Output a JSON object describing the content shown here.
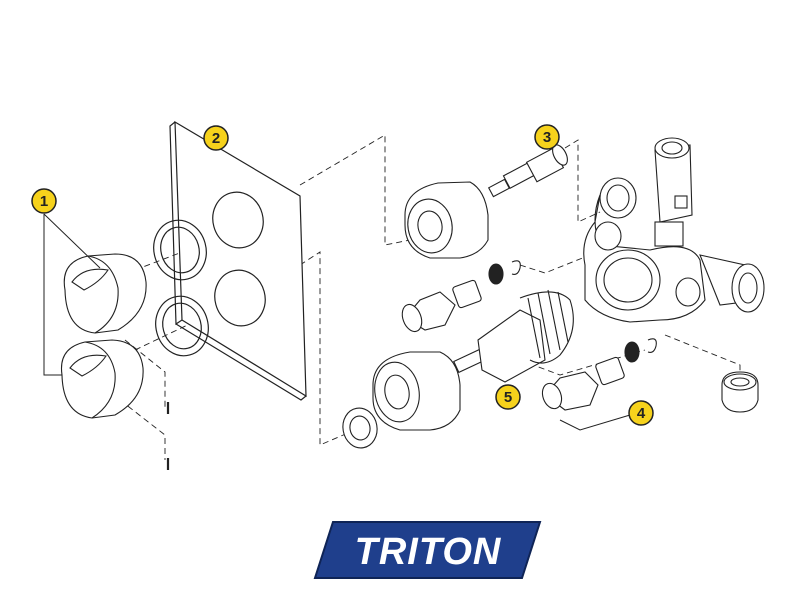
{
  "colors": {
    "line": "#222222",
    "callout_fill": "#f6d21c",
    "callout_stroke": "#222222",
    "logo_fill": "#1f3f8c",
    "logo_text": "#ffffff"
  },
  "callouts": [
    {
      "label": "1",
      "part": "control knobs"
    },
    {
      "label": "2",
      "part": "faceplate"
    },
    {
      "label": "3",
      "part": "flow cartridge"
    },
    {
      "label": "4",
      "part": "check valve assembly"
    },
    {
      "label": "5",
      "part": "thermostatic cartridge"
    }
  ],
  "logo": {
    "text": "TRITON"
  }
}
